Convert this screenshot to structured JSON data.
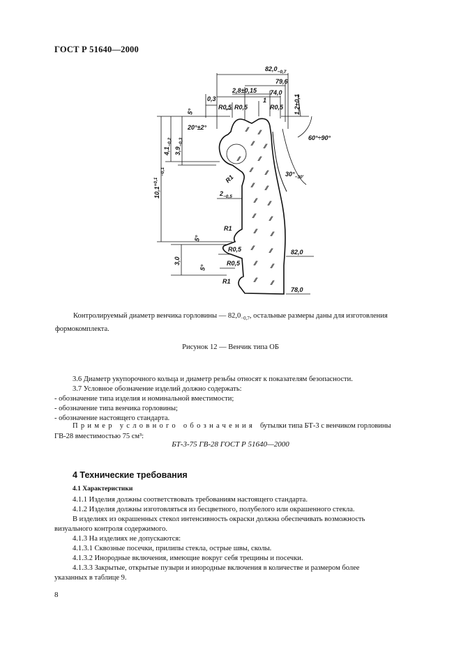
{
  "header": {
    "standard": "ГОСТ Р 51640—2000"
  },
  "drawing": {
    "dims": {
      "d82_0": "82,0",
      "d82_0_tol": "−0,7",
      "d79_6": "79,6",
      "d74_0": "74,0",
      "d2_8": "2,8±0,15",
      "d0_3": "0,3",
      "d1": "1",
      "h1_2": "1,2±0,1",
      "ang5_top": "5°",
      "r05_a": "R0,5",
      "r05_b": "R0,5",
      "r05_c": "R0,5",
      "ang20": "20°±2°",
      "ang60": "60°÷90°",
      "h4_1": "4,1",
      "h4_1_tol": "−0,2",
      "h3_9": "3,9",
      "h3_9_tol": "−0,3",
      "h10_1": "10,1",
      "h10_1_tol_top": "+0,1",
      "h10_1_tol_bot": "−0,1",
      "r1_a": "R1",
      "ang30": "30°",
      "ang30_tol": "−30′",
      "d2": "2",
      "d2_tol": "−0,5",
      "r1_b": "R1",
      "ang5_mid": "5°",
      "r05_d": "R0,5",
      "d82_0_b": "82,0",
      "h3_0": "3,0",
      "ang5_low": "5°",
      "r05_e": "R0,5",
      "r1_c": "R1",
      "d78_0": "78,0"
    }
  },
  "note": {
    "text": "Контролируемый диаметр венчика горловины — 82,0",
    "tol": "−0,7",
    "rest": ", остальные размеры даны для изготовления",
    "cont": "формокомплекта."
  },
  "figure_caption": "Рисунок 12 — Венчик типа ОБ",
  "paragraphs": {
    "p3_6": "3.6 Диаметр укупорочного кольца и диаметр резьбы относят к показателям безопасности.",
    "p3_7": "3.7 Условное обозначение изделий должно содержать:",
    "b1": "- обозначение типа изделия и номинальной вместимости;",
    "b2": "- обозначение типа венчика горловины;",
    "b3": "- обозначение настоящего стандарта.",
    "example_spaced": "Пример условного обозначения",
    "example_rest": "бутылки типа БТ-3 с венчиком горловины",
    "example_line2": "ГВ-28 вместимостью 75 см³:",
    "formula": "БТ-3-75 ГВ-28 ГОСТ Р 51640—2000"
  },
  "section": {
    "title": "4 Технические требования",
    "subsection": "4.1 Характеристики",
    "s4_1_1": "4.1.1 Изделия должны соответствовать требованиям настоящего стандарта.",
    "s4_1_2": "4.1.2 Изделия должны изготовляться из бесцветного, полубелого или окрашенного стекла.",
    "colored_1": "В изделиях из окрашенных стекол интенсивность окраски должна обеспечивать возможность",
    "colored_2": "визуального контроля содержимого.",
    "s4_1_3": "4.1.3 На изделиях не допускаются:",
    "s4_1_3_1": "4.1.3.1 Сквозные посечки, прилипы стекла, острые швы, сколы.",
    "s4_1_3_2": "4.1.3.2 Инородные включения, имеющие вокруг себя трещины и посечки.",
    "s4_1_3_3a": "4.1.3.3 Закрытые, открытые пузыри и инородные включения в количестве и размером более",
    "s4_1_3_3b": "указанных в таблице 9."
  },
  "page_number": "8"
}
